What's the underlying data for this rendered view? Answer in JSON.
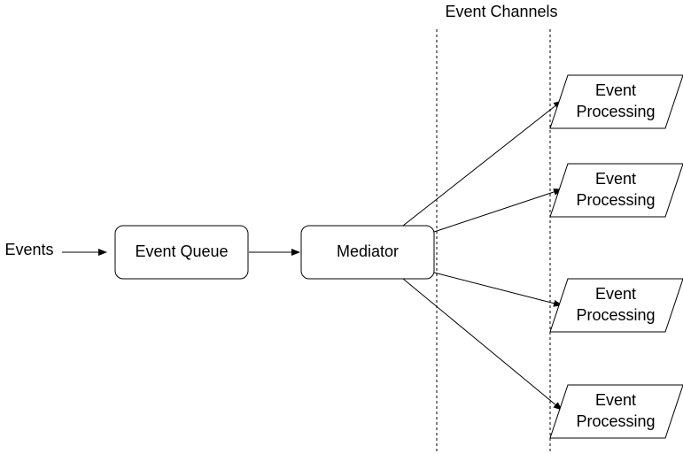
{
  "diagram": {
    "channels_label": "Event Channels",
    "input_label": "Events",
    "queue_label": "Event Queue",
    "mediator_label": "Mediator",
    "processors": [
      {
        "line1": "Event",
        "line2": "Processing"
      },
      {
        "line1": "Event",
        "line2": "Processing"
      },
      {
        "line1": "Event",
        "line2": "Processing"
      },
      {
        "line1": "Event",
        "line2": "Processing"
      }
    ]
  },
  "colors": {
    "stroke": "#000000",
    "fill": "#ffffff",
    "text": "#000000"
  }
}
